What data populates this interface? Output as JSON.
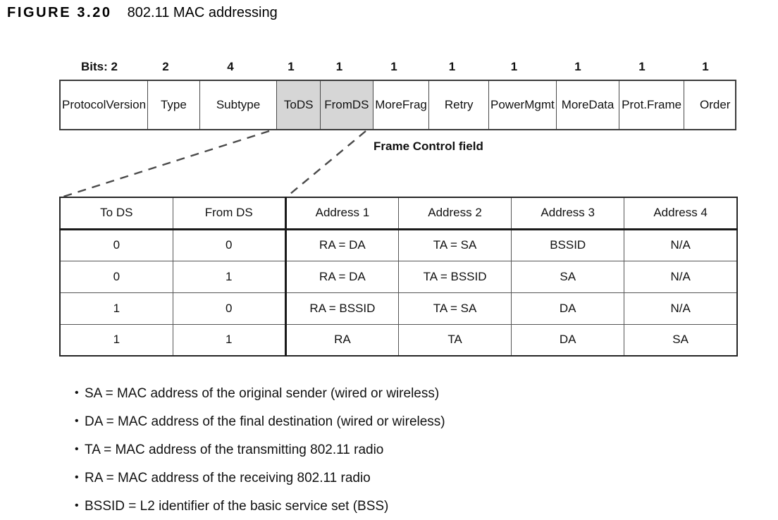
{
  "figure": {
    "label": "FIGURE 3.20",
    "title": "802.11 MAC addressing"
  },
  "frame_control": {
    "field_label": "Frame Control field",
    "bits_prefix": "Bits:",
    "cells": [
      {
        "name": "Protocol Version",
        "line1": "Protocol",
        "line2": "Version",
        "bits": "2",
        "bits_label": "Bits: 2",
        "shaded": false,
        "width": 114
      },
      {
        "name": "Type",
        "line1": "Type",
        "line2": "",
        "bits": "2",
        "bits_label": "2",
        "shaded": false,
        "width": 74
      },
      {
        "name": "Subtype",
        "line1": "Subtype",
        "line2": "",
        "bits": "4",
        "bits_label": "4",
        "shaded": false,
        "width": 110
      },
      {
        "name": "To DS",
        "line1": "To",
        "line2": "DS",
        "bits": "1",
        "bits_label": "1",
        "shaded": true,
        "width": 62
      },
      {
        "name": "From DS",
        "line1": "From",
        "line2": "DS",
        "bits": "1",
        "bits_label": "1",
        "shaded": true,
        "width": 75
      },
      {
        "name": "More Frag",
        "line1": "More",
        "line2": "Frag",
        "bits": "1",
        "bits_label": "1",
        "shaded": false,
        "width": 80
      },
      {
        "name": "Retry",
        "line1": "Retry",
        "line2": "",
        "bits": "1",
        "bits_label": "1",
        "shaded": false,
        "width": 85
      },
      {
        "name": "Power Mgmt",
        "line1": "Power",
        "line2": "Mgmt",
        "bits": "1",
        "bits_label": "1",
        "shaded": false,
        "width": 91
      },
      {
        "name": "More Data",
        "line1": "More",
        "line2": "Data",
        "bits": "1",
        "bits_label": "1",
        "shaded": false,
        "width": 90
      },
      {
        "name": "Prot. Frame",
        "line1": "Prot.",
        "line2": "Frame",
        "bits": "1",
        "bits_label": "1",
        "shaded": false,
        "width": 92
      },
      {
        "name": "Order",
        "line1": "Order",
        "line2": "",
        "bits": "1",
        "bits_label": "1",
        "shaded": false,
        "width": 88
      }
    ]
  },
  "address_table": {
    "headers": [
      "To DS",
      "From DS",
      "Address 1",
      "Address 2",
      "Address 3",
      "Address 4"
    ],
    "rows": [
      [
        "0",
        "0",
        "RA = DA",
        "TA = SA",
        "BSSID",
        "N/A"
      ],
      [
        "0",
        "1",
        "RA = DA",
        "TA = BSSID",
        "SA",
        "N/A"
      ],
      [
        "1",
        "0",
        "RA = BSSID",
        "TA = SA",
        "DA",
        "N/A"
      ],
      [
        "1",
        "1",
        "RA",
        "TA",
        "DA",
        "SA"
      ]
    ]
  },
  "legend": {
    "bullet_glyph": "•",
    "items": [
      "SA = MAC address of the original sender (wired or wireless)",
      "DA = MAC address of the final destination (wired or wireless)",
      "TA = MAC address of the transmitting 802.11 radio",
      "RA = MAC address of the receiving 802.11 radio",
      "BSSID = L2 identifier of the basic service set (BSS)"
    ]
  },
  "colors": {
    "shaded_cell": "#d6d6d6",
    "border_dark": "#1a1a1a",
    "border_mid": "#555555",
    "text": "#111111",
    "page_background": "#ffffff",
    "connector_line": "#4a4a4a"
  }
}
